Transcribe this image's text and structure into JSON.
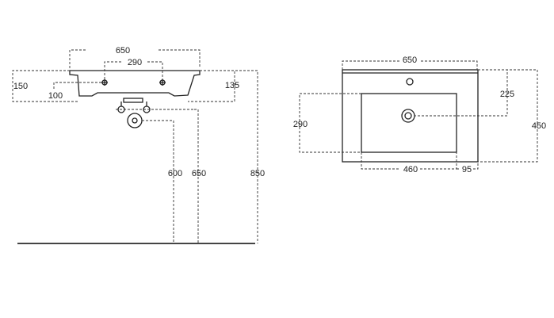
{
  "drawing": {
    "side_view": {
      "overall_width": "650",
      "tap_holes_spacing": "290",
      "top_height": "150",
      "front_depth": "135",
      "bowl_depth": "100",
      "waste_height": "600",
      "fixing_height": "650",
      "rim_height": "850"
    },
    "top_view": {
      "overall_width": "650",
      "tap_hole_offset": "225",
      "overall_depth": "450",
      "bowl_depth": "290",
      "bowl_width": "460",
      "side_margin": "95"
    }
  },
  "colors": {
    "line": "#222222",
    "background": "#ffffff"
  }
}
